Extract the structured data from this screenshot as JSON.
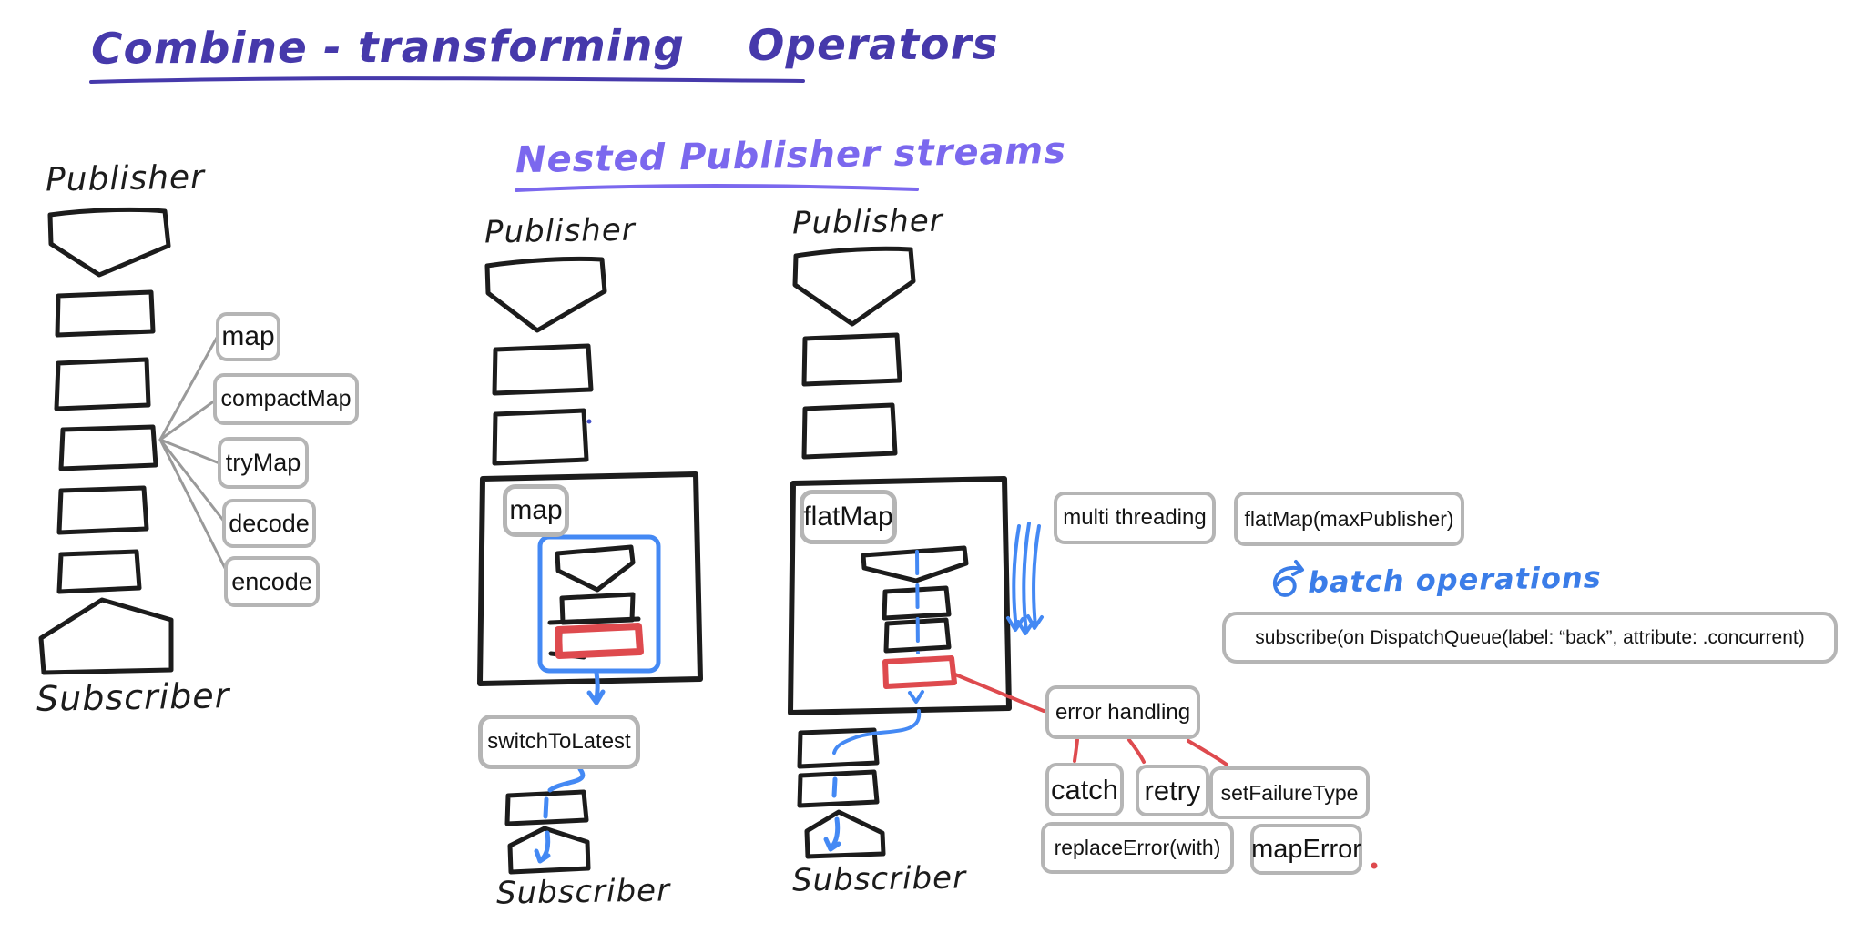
{
  "title": "Combine - transforming    Operators",
  "nested_heading": "Nested Publisher streams",
  "basic_stream": {
    "publisher": "Publisher",
    "subscriber": "Subscriber",
    "operators": {
      "map": "map",
      "compact_map": "compactMap",
      "try_map": "tryMap",
      "decode": "decode",
      "encode": "encode"
    }
  },
  "map_stream": {
    "publisher": "Publisher",
    "box_label": "map",
    "switch_to_latest": "switchToLatest",
    "subscriber": "Subscriber"
  },
  "flatmap_stream": {
    "publisher": "Publisher",
    "box_label": "flatMap",
    "subscriber": "Subscriber"
  },
  "notes": {
    "multi_threading": "multi threading",
    "flatmap_max_publisher": "flatMap(maxPublisher)",
    "batch_operations": "batch operations",
    "subscribe_code": "subscribe(on DispatchQueue(label: “back”, attribute: .concurrent)"
  },
  "error_handling": {
    "heading": "error handling",
    "catch": "catch",
    "retry": "retry",
    "set_failure_type": "setFailureType",
    "replace_error_with": "replaceError(with)",
    "map_error": "mapError"
  },
  "colors": {
    "title_ink": "#4639ab",
    "heading_ink": "#7b68ee",
    "note_blue": "#3b7de8",
    "stroke_blue": "#4489f4",
    "stroke_red": "#de4a4e",
    "ink_black": "#1c1c1c",
    "box_border": "#b5b5b5",
    "fan_line_gray": "#9a9a9a"
  }
}
